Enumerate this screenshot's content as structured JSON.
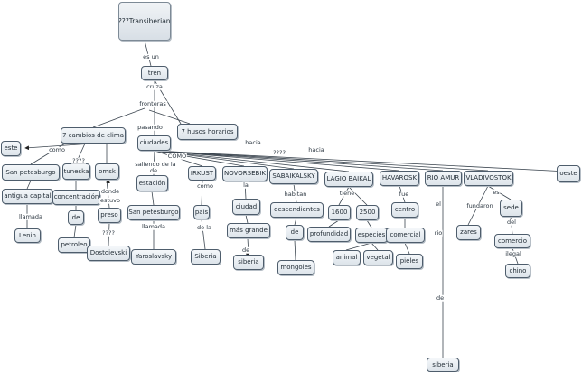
{
  "diagram": {
    "nodes": {
      "root": "????Transiberiano",
      "tren": "tren",
      "cambios_clima": "7 cambios de clima",
      "husos": "7  husos horarios",
      "ciudades": "ciudades",
      "este": "este",
      "oeste": "oeste",
      "san_petesburgo_1": "San petesburgo",
      "tuneska": "tuneska",
      "omsk": "omsk",
      "irkust": "IRKUST",
      "novorsebik": "NOVORSEBIK",
      "sabaikalsky": "SABAIKALSKY",
      "lagio_baikal": "LAGIO BAIKAL",
      "havarosk": "HAVAROSK",
      "rio_amur": "RIO AMUR",
      "vladivostok": "VLADIVOSTOK",
      "antigua_capital": "antigua capital",
      "concentracion": "concentración",
      "estacion": "estación",
      "san_petesburgo_2": "San petesburgo",
      "pais": "país",
      "ciudad": "ciudad",
      "mas_grande": "más grande",
      "siberia_1": "siberia",
      "descendientes": "descendientes",
      "de_1": "de",
      "mongoles": "mongoles",
      "n1600": "1600",
      "n2500": "2500",
      "profundidad": "profundidad",
      "especies": "especies",
      "animal": "animal",
      "vegetal": "vegetal",
      "centro": "centro",
      "comercial": "comercial",
      "pieles": "pieles",
      "sede": "sede",
      "comercio": "comercio",
      "zares": "zares",
      "chino": "chino",
      "lenin": "Lenin",
      "de_2": "de",
      "petroleo": "petroleo",
      "preso": "preso",
      "dostoievski": "Dostoievski",
      "yaroslavsky": "Yaroslavsky",
      "siberia_2": "Siberia",
      "siberia_3": "siberia"
    },
    "labels": {
      "es_un": "es un",
      "cruza": "cruza",
      "fronteras": "fronteras",
      "pasando": "pasando",
      "como_1": "como",
      "q1": "????",
      "donde": "donde",
      "estuvo": "estuvo",
      "llamada_1": "llamada",
      "q2": "????",
      "saliendo": "saliendo de la",
      "como_2": "COMO",
      "de_est": "de",
      "llamada_2": "llamada",
      "como_3": "como",
      "de_la": "de la",
      "la": "la",
      "de_cg": "de",
      "habitan": "habitan",
      "tiene": "tiene",
      "fue": "fue",
      "el": "el",
      "rio": "rio",
      "de_rio": "de",
      "es": "es",
      "fundaron": "fundaron",
      "del": "del",
      "ilegal": "ilegal",
      "hacia_1": "hacia",
      "q3": "????",
      "hacia_2": "hacia"
    }
  }
}
